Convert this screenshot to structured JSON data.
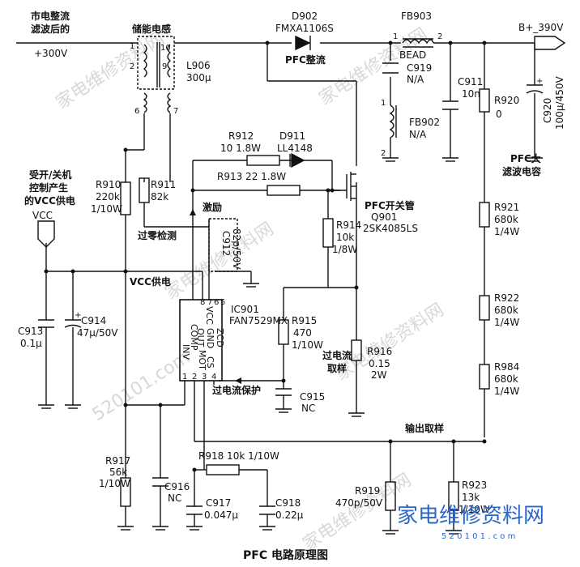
{
  "title": "PFC 电路原理图",
  "labels": {
    "mains_l1": "市电整流",
    "mains_l2": "滤波后的",
    "v300": "+300V",
    "storage_inductor": "储能电感",
    "l906": "L906",
    "l906_val": "300μ",
    "d902": "D902",
    "d902_part": "FMXA1106S",
    "pfc_rect": "PFC整流",
    "fb903": "FB903",
    "bead": "BEAD",
    "c919": "C919",
    "c919_val": "N/A",
    "fb902": "FB902",
    "fb902_val": "N/A",
    "bplus": "B+_390V",
    "c911": "C911",
    "c911_val": "10n",
    "r920": "R920",
    "r920_val": "0",
    "c920": "C920",
    "c920_val": "100μ/450V",
    "pfc_bigcap_l1": "PFC大",
    "pfc_bigcap_l2": "滤波电容",
    "r912": "R912",
    "r912_val": "10   1.8W",
    "d911": "D911",
    "d911_part": "LL4148",
    "r913": "R913  22  1.8W",
    "vcc_supply_l1": "受开/关机",
    "vcc_supply_l2": "控制产生",
    "vcc_supply_l3": "的VCC供电",
    "r910": "R910",
    "r910_v1": "220k",
    "r910_v2": "1/10W",
    "r911": "R911",
    "r911_val": "82k",
    "excite": "激励",
    "pfc_switch": "PFC开关管",
    "q901": "Q901",
    "q901_part": "2SK4085LS",
    "vcc": "VCC",
    "zero_detect": "过零检测",
    "c912": "C912",
    "c912_val": "82p/50V",
    "r914": "R914",
    "r914_v1": "10k",
    "r914_v2": "1/8W",
    "vcc_power": "VCC供电",
    "ic901": "IC901",
    "ic901_part": "FAN7529MX",
    "ic_pin_vcc": "VCC",
    "ic_pin_out": "OUT",
    "ic_pin_gnd": "GND",
    "ic_pin_zcd": "ZCD",
    "ic_pin_inv": "INV",
    "ic_pin_comp": "COMP",
    "ic_pin_mot": "MOT",
    "ic_pin_cs": "CS",
    "pin1": "1",
    "pin2": "2",
    "pin3": "3",
    "pin4": "4",
    "pin5": "5",
    "pin6": "6",
    "pin7": "7",
    "pin8": "8",
    "c913": "C913",
    "c913_val": "0.1μ",
    "c914": "C914",
    "c914_val": "47μ/50V",
    "r915": "R915",
    "r915_v1": "470",
    "r915_v2": "1/10W",
    "oc_sample_l1": "过电流",
    "oc_sample_l2": "取样",
    "r916": "R916",
    "r916_v1": "0.15",
    "r916_v2": "2W",
    "r921": "R921",
    "r921_v1": "680k",
    "r921_v2": "1/4W",
    "r922": "R922",
    "r922_v1": "680k",
    "r922_v2": "1/4W",
    "r984": "R984",
    "r984_v1": "680k",
    "r984_v2": "1/4W",
    "oc_protect": "过电流保护",
    "c915": "C915",
    "c915_val": "NC",
    "output_sample": "输出取样",
    "r917": "R917",
    "r917_v1": "56k",
    "r917_v2": "1/10W",
    "c916": "C916",
    "c916_val": "NC",
    "r918": "R918   10k  1/10W",
    "c917": "C917",
    "c917_val": "0.047μ",
    "c918": "C918",
    "c918_val": "0.22μ",
    "r919": "R919",
    "r919_val": "470p/50V",
    "r923": "R923",
    "r923_v1": "13k",
    "r923_v2": "1/10W",
    "plus": "+",
    "l906_p1": "1",
    "l906_p2": "2",
    "l906_p10": "10",
    "l906_p9": "9",
    "l906_p6": "6",
    "l906_p7": "7",
    "fb903_p1": "1",
    "fb903_p2": "2",
    "fb902_p1": "1",
    "fb902_p2": "2"
  },
  "watermark": "家电维修资料网",
  "watermark_url": "520101.com",
  "logo": "家电维修资料网",
  "logo_url": "5 2 0 1 0 1 . c o m"
}
